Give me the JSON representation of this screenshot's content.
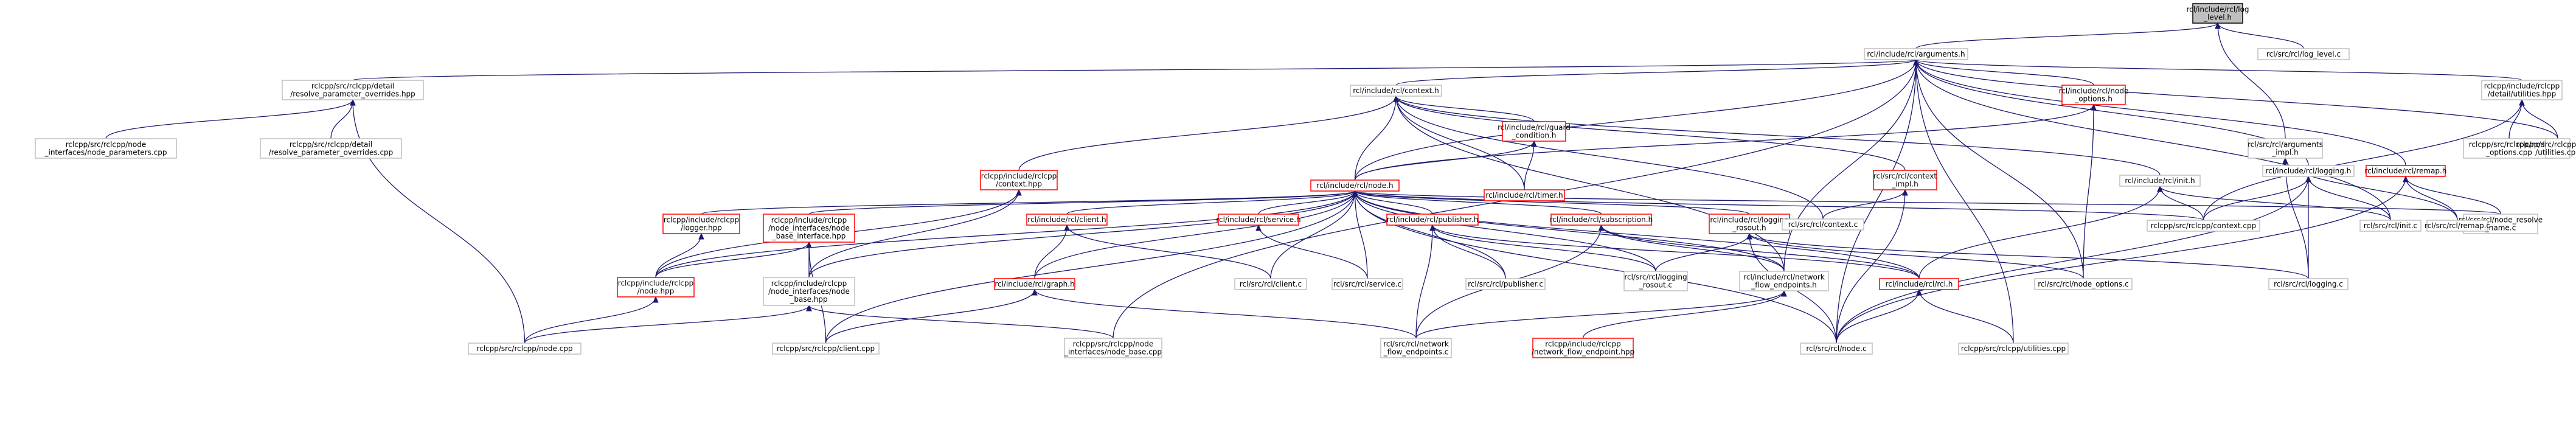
{
  "title": "",
  "colors": {
    "edge": "#191970",
    "node_border": "#bfbfbf",
    "red_border": "#ff0000",
    "focus_fill": "#bfbfbf"
  },
  "nodes": {
    "log_level_h": [
      "rcl/include/rcl/log",
      "_level.h"
    ],
    "arguments_h": [
      "rcl/include/rcl/arguments.h"
    ],
    "log_level_c": [
      "rcl/src/rcl/log_level.c"
    ],
    "resolve_param_hpp": [
      "rclcpp/src/rclcpp/detail",
      "/resolve_parameter_overrides.hpp"
    ],
    "context_h": [
      "rcl/include/rcl/context.h"
    ],
    "node_options_h": [
      "rcl/include/rcl/node",
      "_options.h"
    ],
    "detail_utilities_hpp": [
      "rclcpp/include/rclcpp",
      "/detail/utilities.hpp"
    ],
    "arguments_impl_h": [
      "rcl/src/rcl/arguments",
      "_impl.h"
    ],
    "node_parameters_cpp": [
      "rclcpp/src/rclcpp/node",
      "_interfaces/node_parameters.cpp"
    ],
    "resolve_param_cpp": [
      "rclcpp/src/rclcpp/detail",
      "/resolve_parameter_overrides.cpp"
    ],
    "guard_condition_h": [
      "rcl/include/rcl/guard",
      "_condition.h"
    ],
    "context_hpp": [
      "rclcpp/include/rclcpp",
      "/context.hpp"
    ],
    "timer_h": [
      "rcl/include/rcl/timer.h"
    ],
    "context_impl_h": [
      "rcl/src/rcl/context",
      "_impl.h"
    ],
    "init_h": [
      "rcl/include/rcl/init.h"
    ],
    "node_options_cpp": [
      "rclcpp/src/rclcpp/node",
      "_options.cpp"
    ],
    "detail_utilities_cpp": [
      "rclcpp/src/rclcpp/detail",
      "/utilities.cpp"
    ],
    "logging_h": [
      "rcl/include/rcl/logging.h"
    ],
    "remap_h": [
      "rcl/include/rcl/remap.h"
    ],
    "node_h": [
      "rcl/include/rcl/node.h"
    ],
    "logger_hpp": [
      "rclcpp/include/rclcpp",
      "/logger.hpp"
    ],
    "node_base_interface_hpp": [
      "rclcpp/include/rclcpp",
      "/node_interfaces/node",
      "_base_interface.hpp"
    ],
    "client_h": [
      "rcl/include/rcl/client.h"
    ],
    "service_h": [
      "rcl/include/rcl/service.h"
    ],
    "publisher_h": [
      "rcl/include/rcl/publisher.h"
    ],
    "subscription_h": [
      "rcl/include/rcl/subscription.h"
    ],
    "logging_rosout_h": [
      "rcl/include/rcl/logging",
      "_rosout.h"
    ],
    "context_c": [
      "rcl/src/rcl/context.c"
    ],
    "context_cpp": [
      "rclcpp/src/rclcpp/context.cpp"
    ],
    "node_resolve_name_c": [
      "rcl/src/rcl/node_resolve",
      "_name.c"
    ],
    "init_c": [
      "rcl/src/rcl/init.c"
    ],
    "remap_c": [
      "rcl/src/rcl/remap.c"
    ],
    "node_hpp": [
      "rclcpp/include/rclcpp",
      "/node.hpp"
    ],
    "node_base_hpp": [
      "rclcpp/include/rclcpp",
      "/node_interfaces/node",
      "_base.hpp"
    ],
    "graph_h": [
      "rcl/include/rcl/graph.h"
    ],
    "client_c": [
      "rcl/src/rcl/client.c"
    ],
    "service_c": [
      "rcl/src/rcl/service.c"
    ],
    "publisher_c": [
      "rcl/src/rcl/publisher.c"
    ],
    "logging_rosout_c": [
      "rcl/src/rcl/logging",
      "_rosout.c"
    ],
    "network_flow_endpoints_h": [
      "rcl/include/rcl/network",
      "_flow_endpoints.h"
    ],
    "rcl_h": [
      "rcl/include/rcl/rcl.h"
    ],
    "node_options_c": [
      "rcl/src/rcl/node_options.c"
    ],
    "logging_c": [
      "rcl/src/rcl/logging.c"
    ],
    "node_cpp": [
      "rclcpp/src/rclcpp/node.cpp"
    ],
    "client_cpp": [
      "rclcpp/src/rclcpp/client.cpp"
    ],
    "node_base_cpp": [
      "rclcpp/src/rclcpp/node",
      "_interfaces/node_base.cpp"
    ],
    "network_flow_endpoints_c": [
      "rcl/src/rcl/network",
      "_flow_endpoints.c"
    ],
    "network_flow_endpoint_hpp": [
      "rclcpp/include/rclcpp",
      "/network_flow_endpoint.hpp"
    ],
    "node_c": [
      "rcl/src/rcl/node.c"
    ],
    "utilities_cpp": [
      "rclcpp/src/rclcpp/utilities.cpp"
    ]
  }
}
